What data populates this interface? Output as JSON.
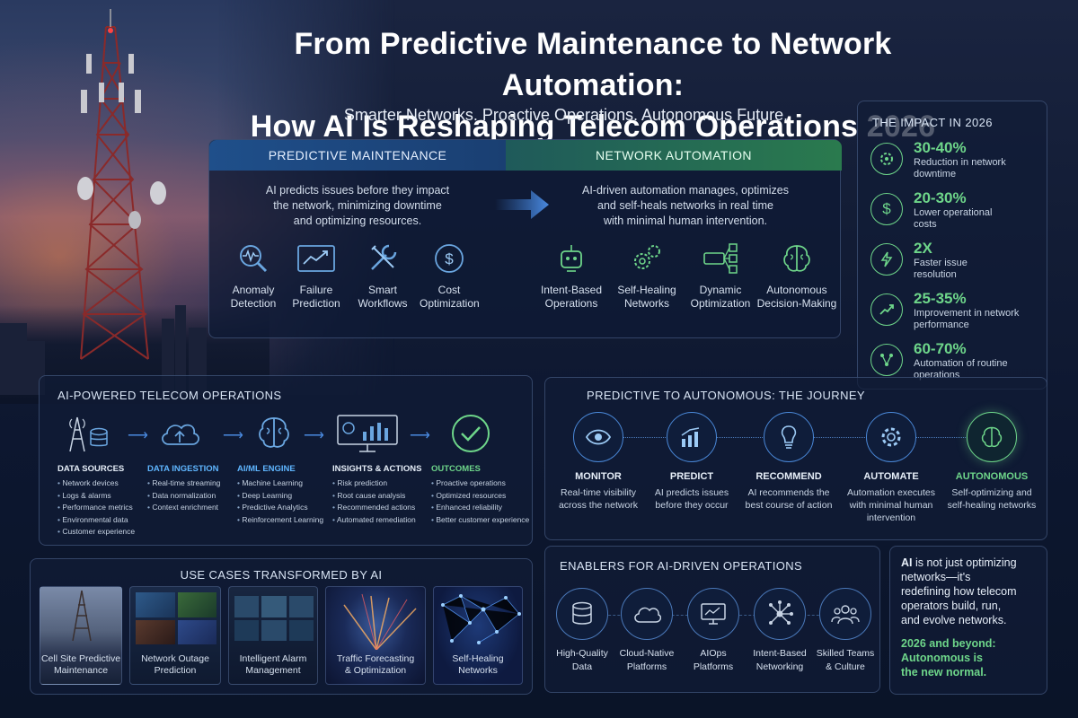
{
  "header": {
    "title_line1": "From Predictive Maintenance to Network Automation:",
    "title_line2": "How AI Is Reshaping Telecom Operations 2026",
    "subtitle": "Smarter Networks. Proactive Operations. Autonomous Future."
  },
  "predictive": {
    "title": "PREDICTIVE MAINTENANCE",
    "desc_lines": [
      "AI predicts issues before they impact",
      "the network, minimizing downtime",
      "and optimizing resources."
    ],
    "items": [
      {
        "icon": "anomaly-search-icon",
        "line1": "Anomaly",
        "line2": "Detection"
      },
      {
        "icon": "trend-chart-icon",
        "line1": "Failure",
        "line2": "Prediction"
      },
      {
        "icon": "wrench-icon",
        "line1": "Smart",
        "line2": "Workflows"
      },
      {
        "icon": "dollar-icon",
        "line1": "Cost",
        "line2": "Optimization"
      }
    ]
  },
  "automation": {
    "title": "NETWORK AUTOMATION",
    "desc_lines": [
      "AI-driven automation manages, optimizes",
      "and self-heals networks in real time",
      "with minimal human intervention."
    ],
    "items": [
      {
        "icon": "robot-icon",
        "line1": "Intent-Based",
        "line2": "Operations"
      },
      {
        "icon": "gears-icon",
        "line1": "Self-Healing",
        "line2": "Networks"
      },
      {
        "icon": "flow-icon",
        "line1": "Dynamic",
        "line2": "Optimization"
      },
      {
        "icon": "brain-icon",
        "line1": "Autonomous",
        "line2": "Decision-Making"
      }
    ]
  },
  "impact": {
    "title": "THE IMPACT IN 2026",
    "items": [
      {
        "icon": "gear-icon",
        "value": "30-40%",
        "line1": "Reduction in network",
        "line2": "downtime"
      },
      {
        "icon": "dollar-icon",
        "value": "20-30%",
        "line1": "Lower operational",
        "line2": "costs"
      },
      {
        "icon": "lightning-icon",
        "value": "2X",
        "line1": "Faster issue",
        "line2": "resolution"
      },
      {
        "icon": "trend-up-icon",
        "value": "25-35%",
        "line1": "Improvement in network",
        "line2": "performance"
      },
      {
        "icon": "automation-icon",
        "value": "60-70%",
        "line1": "Automation of routine",
        "line2": "operations"
      }
    ]
  },
  "operations": {
    "title": "AI-POWERED TELECOM OPERATIONS",
    "columns": [
      {
        "icon": "tower-database-icon",
        "heading": "DATA SOURCES",
        "items": [
          "Network devices",
          "Logs & alarms",
          "Performance metrics",
          "Environmental data",
          "Customer experience"
        ]
      },
      {
        "icon": "cloud-upload-icon",
        "heading": "DATA INGESTION",
        "items": [
          "Real-time streaming",
          "Data normalization",
          "Context enrichment"
        ]
      },
      {
        "icon": "brain-icon",
        "heading": "AI/ML ENGINE",
        "items": [
          "Machine Learning",
          "Deep Learning",
          "Predictive Analytics",
          "Reinforcement Learning"
        ]
      },
      {
        "icon": "dashboard-icon",
        "heading": "INSIGHTS & ACTIONS",
        "items": [
          "Risk prediction",
          "Root cause analysis",
          "Recommended actions",
          "Automated remediation"
        ]
      },
      {
        "icon": "check-circle-icon",
        "heading": "OUTCOMES",
        "items": [
          "Proactive operations",
          "Optimized resources",
          "Enhanced reliability",
          "Better customer experience"
        ]
      }
    ]
  },
  "journey": {
    "title": "PREDICTIVE TO AUTONOMOUS: THE JOURNEY",
    "steps": [
      {
        "icon": "eye-icon",
        "heading": "MONITOR",
        "line1": "Real-time visibility",
        "line2": "across the network",
        "line3": ""
      },
      {
        "icon": "bar-chart-icon",
        "heading": "PREDICT",
        "line1": "AI predicts issues",
        "line2": "before they occur",
        "line3": ""
      },
      {
        "icon": "lightbulb-icon",
        "heading": "RECOMMEND",
        "line1": "AI recommends the",
        "line2": "best course of action",
        "line3": ""
      },
      {
        "icon": "gear-icon",
        "heading": "AUTOMATE",
        "line1": "Automation executes",
        "line2": "with minimal human",
        "line3": "intervention"
      },
      {
        "icon": "brain-icon",
        "heading": "AUTONOMOUS",
        "line1": "Self-optimizing and",
        "line2": "self-healing networks",
        "line3": ""
      }
    ]
  },
  "usecases": {
    "title": "USE CASES TRANSFORMED BY AI",
    "items": [
      {
        "line1": "Cell Site Predictive",
        "line2": "Maintenance"
      },
      {
        "line1": "Network Outage",
        "line2": "Prediction"
      },
      {
        "line1": "Intelligent Alarm",
        "line2": "Management"
      },
      {
        "line1": "Traffic Forecasting",
        "line2": "& Optimization"
      },
      {
        "line1": "Self-Healing",
        "line2": "Networks"
      }
    ]
  },
  "enablers": {
    "title": "ENABLERS FOR AI-DRIVEN OPERATIONS",
    "items": [
      {
        "icon": "database-icon",
        "line1": "High-Quality",
        "line2": "Data"
      },
      {
        "icon": "cloud-icon",
        "line1": "Cloud-Native",
        "line2": "Platforms"
      },
      {
        "icon": "monitor-icon",
        "line1": "AIOps",
        "line2": "Platforms"
      },
      {
        "icon": "network-icon",
        "line1": "Intent-Based",
        "line2": "Networking"
      },
      {
        "icon": "team-icon",
        "line1": "Skilled Teams",
        "line2": "& Culture"
      }
    ]
  },
  "quote": {
    "lead": "AI",
    "line1_rest": " is not just optimizing",
    "line2": "networks—it's",
    "line3": "redefining how telecom",
    "line4": "operators build, run,",
    "line5": "and evolve networks.",
    "highlight1": "2026 and beyond:",
    "highlight2": "Autonomous is",
    "highlight3": "the new normal."
  },
  "colors": {
    "accent_blue": "#5fb6ff",
    "accent_green": "#6ed68a"
  }
}
